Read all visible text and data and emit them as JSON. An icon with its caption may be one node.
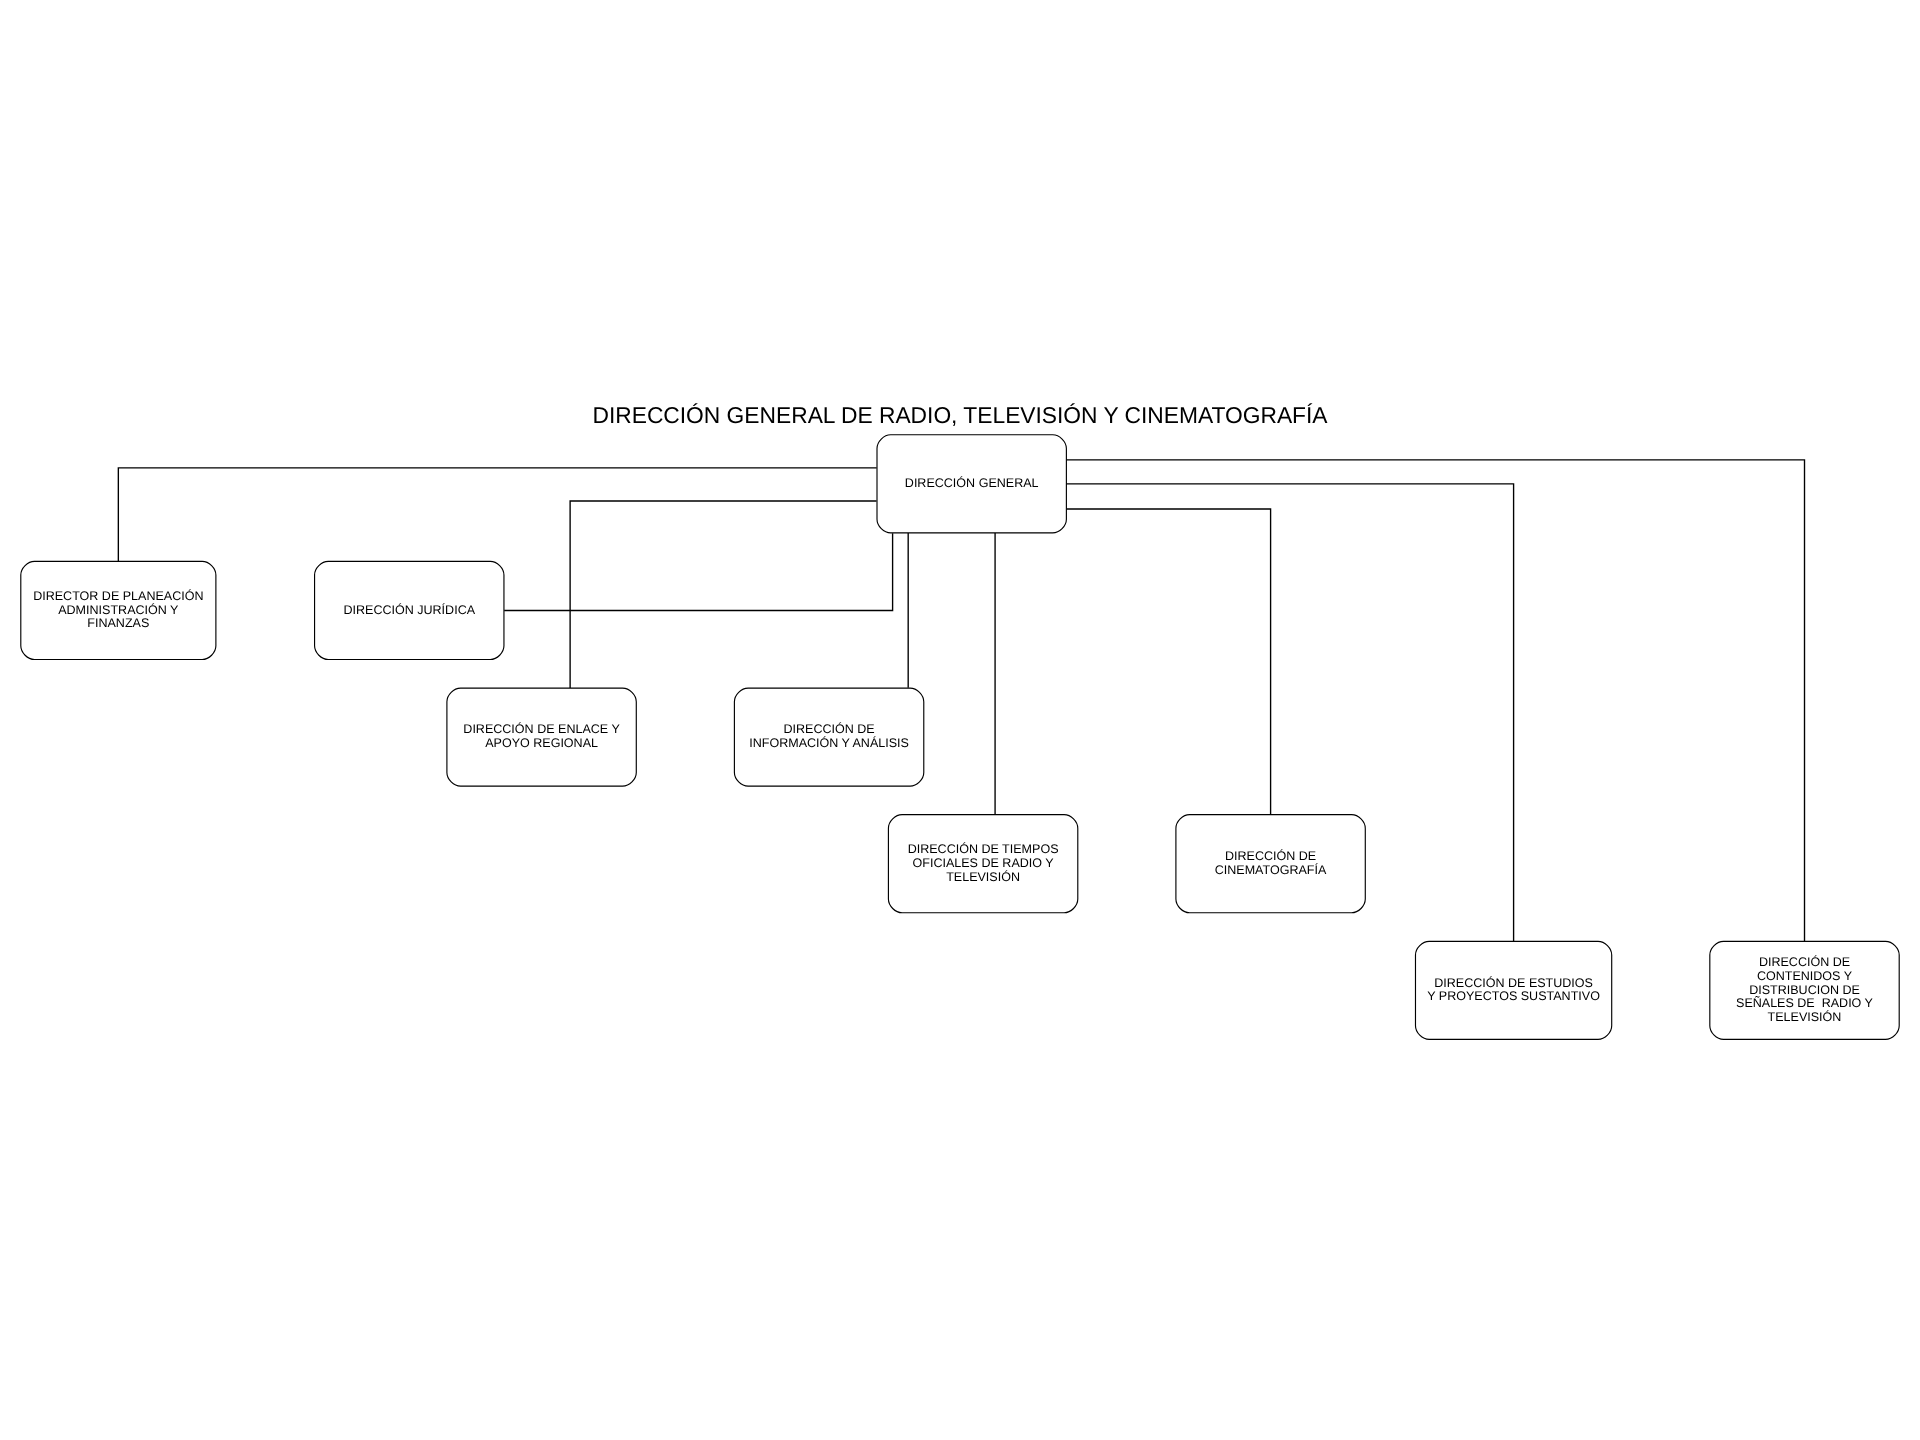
{
  "diagram": {
    "title": "DIRECCIÓN GENERAL DE RADIO, TELEVISIÓN Y CINEMATOGRAFÍA",
    "nodes": [
      {
        "text": [
          "DIRECCIÓN GENERAL"
        ]
      },
      {
        "text": [
          "DIRECTOR DE PLANEACIÓN ADMINISTRACIÓN Y FINANZAS"
        ]
      },
      {
        "text": [
          "DIRECCIÓN JURÍDICA"
        ]
      },
      {
        "text": [
          "DIRECCIÓN DE ENLACE Y APOYO REGIONAL"
        ]
      },
      {
        "text": [
          "DIRECCIÓN DE INFORMACIÓN Y ANÁLISIS"
        ]
      },
      {
        "text": [
          "DIRECCIÓN DE TIEMPOS OFICIALES DE RADIO Y TELEVISIÓN"
        ]
      },
      {
        "text": [
          "DIRECCIÓN DE CINEMATOGRAFÍA"
        ]
      },
      {
        "text": [
          "DIRECCIÓN DE ESTUDIOS Y PROYECTOS SUSTANTIVO"
        ]
      },
      {
        "text": [
          "DIRECCIÓN DE CONTENIDOS Y DISTRIBUCION DE SEÑALES DE  RADIO Y TELEVISIÓN"
        ]
      }
    ],
    "edges": [
      {
        "from": 0,
        "to": 1,
        "arrow": "none"
      },
      {
        "from": 0,
        "to": 2,
        "arrow": "none"
      },
      {
        "from": 0,
        "to": 3,
        "arrow": "none"
      },
      {
        "from": 0,
        "to": 4,
        "arrow": "none"
      },
      {
        "from": 0,
        "to": 5,
        "arrow": "none"
      },
      {
        "from": 0,
        "to": 6,
        "arrow": "none"
      },
      {
        "from": 0,
        "to": 7,
        "arrow": "none"
      },
      {
        "from": 0,
        "to": 8,
        "arrow": "none"
      }
    ]
  }
}
